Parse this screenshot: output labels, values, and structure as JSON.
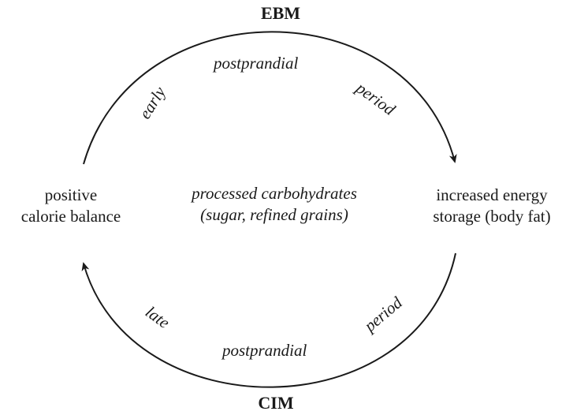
{
  "titles": {
    "top": "EBM",
    "bottom": "CIM"
  },
  "nodes": {
    "left": {
      "line1": "positive",
      "line2": "calorie balance"
    },
    "right": {
      "line1": "increased energy",
      "line2": "storage (body fat)"
    },
    "center": {
      "line1": "processed carbohydrates",
      "line2": "(sugar, refined grains)"
    }
  },
  "arc_labels": {
    "top": {
      "left": "early",
      "middle": "postprandial",
      "right": "period"
    },
    "bottom": {
      "left": "late",
      "middle": "postprandial",
      "right": "period"
    }
  },
  "colors": {
    "ink": "#1a1a1a",
    "background": "#ffffff"
  }
}
